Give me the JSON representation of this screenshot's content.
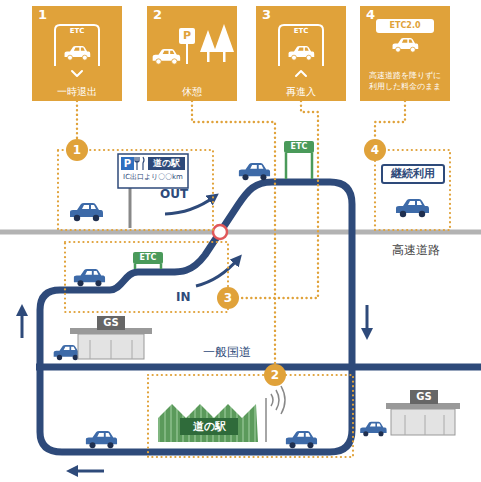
{
  "diagram": {
    "nodes": [
      {
        "text": [
          "1",
          "ETC",
          "一時退出"
        ]
      },
      {
        "text": [
          "2",
          "P",
          "休憩"
        ]
      },
      {
        "text": [
          "3",
          "ETC",
          "再進入"
        ]
      },
      {
        "text": [
          "4",
          "ETC2.0",
          "高速道路を降りずに利用した料金のまま"
        ]
      },
      {
        "text": [
          "1"
        ]
      },
      {
        "text": [
          "2"
        ]
      },
      {
        "text": [
          "3"
        ]
      },
      {
        "text": [
          "4"
        ]
      },
      {
        "text": [
          "P",
          "道の駅",
          "IC出口より〇〇km"
        ]
      },
      {
        "text": [
          "継続利用"
        ]
      },
      {
        "text": [
          "GS"
        ]
      },
      {
        "text": [
          "GS"
        ]
      },
      {
        "text": [
          "道の駅"
        ]
      }
    ],
    "edges": [
      {
        "from": 0,
        "to": 4,
        "arrow": "none"
      },
      {
        "from": 1,
        "to": 5,
        "arrow": "none"
      },
      {
        "from": 2,
        "to": 6,
        "arrow": "none"
      },
      {
        "from": 3,
        "to": 7,
        "arrow": "none"
      }
    ],
    "labels": [
      "ETC",
      "OUT",
      "ETC",
      "IN",
      "高速道路",
      "一般国道"
    ]
  }
}
